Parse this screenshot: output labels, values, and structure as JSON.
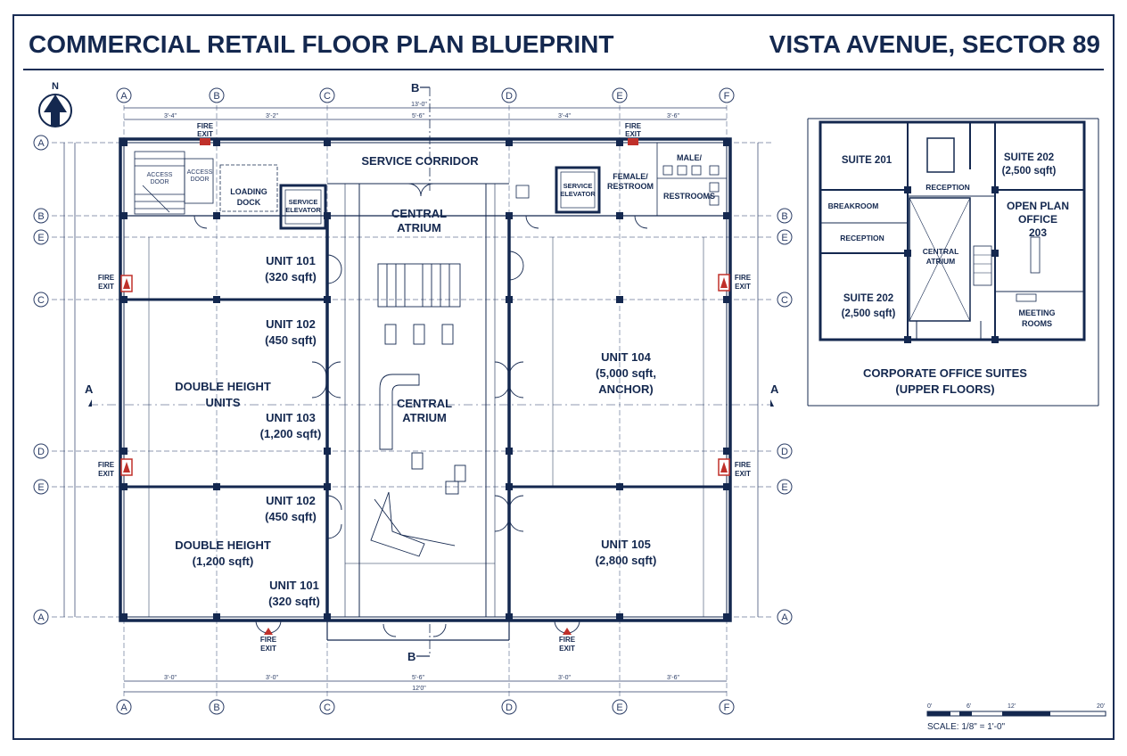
{
  "header": {
    "title_left": "COMMERCIAL RETAIL FLOOR PLAN BLUEPRINT",
    "title_right": "VISTA AVENUE, SECTOR 89"
  },
  "north": "N",
  "section_marks": {
    "b": "B",
    "a": "A"
  },
  "grid_columns": [
    "A",
    "B",
    "C",
    "D",
    "E",
    "F"
  ],
  "grid_rows": [
    "A",
    "B",
    "E",
    "C",
    "D",
    "E",
    "A"
  ],
  "dimensions": {
    "top_total": "13'-0\"",
    "top_segments": [
      "3'-4\"",
      "3'-2\"",
      "5'-6\"",
      "3'-4\"",
      "3'-6\""
    ],
    "bottom_total": "12'0\"",
    "bottom_segments": [
      "3'-0\"",
      "3'-0\"",
      "5'-6\"",
      "3'-0\"",
      "3'-6\""
    ]
  },
  "rooms": {
    "service_corridor": "SERVICE CORRIDOR",
    "access_door_1": "ACCESS",
    "access_door_1b": "DOOR",
    "access_door_2": "ACCESS",
    "access_door_2b": "DOOR",
    "loading_dock_1": "LOADING",
    "loading_dock_2": "DOCK",
    "service_elevator_l1": "SERVICE",
    "service_elevator_l2": "ELEVATOR",
    "service_elevator_r1": "SERVICE",
    "service_elevator_r2": "ELEVATOR",
    "female_restroom_1": "FEMALE/",
    "female_restroom_2": "RESTROOM",
    "male_restroom_1": "MALE/",
    "male_restroom_2": "RESTROOMS",
    "central_atrium_top_1": "CENTRAL",
    "central_atrium_top_2": "ATRIUM",
    "central_atrium_mid_1": "CENTRAL",
    "central_atrium_mid_2": "ATRIUM",
    "unit101_top_1": "UNIT 101",
    "unit101_top_2": "(320 sqft)",
    "unit102_top_1": "UNIT 102",
    "unit102_top_2": "(450 sqft)",
    "double_height_units_1": "DOUBLE HEIGHT",
    "double_height_units_2": "UNITS",
    "unit103_1": "UNIT 103",
    "unit103_2": "(1,200 sqft)",
    "unit102_bot_1": "UNIT 102",
    "unit102_bot_2": "(450 sqft)",
    "double_height_bot_1": "DOUBLE HEIGHT",
    "double_height_bot_2": "(1,200 sqft)",
    "unit101_bot_1": "UNIT 101",
    "unit101_bot_2": "(320 sqft)",
    "unit104_1": "UNIT 104",
    "unit104_2": "(5,000 sqft,",
    "unit104_3": "ANCHOR)",
    "unit105_1": "UNIT 105",
    "unit105_2": "(2,800 sqft)"
  },
  "fire_exits": {
    "line1": "FIRE",
    "line2": "EXIT"
  },
  "upper_floors": {
    "suite201": "SUITE 201",
    "suite202_top_1": "SUITE 202",
    "suite202_top_2": "(2,500 sqft)",
    "reception_top": "RECEPTION",
    "breakroom": "BREAKROOM",
    "reception_left": "RECEPTION",
    "central_atrium_1": "CENTRAL",
    "central_atrium_2": "ATRIUM",
    "open_plan_1": "OPEN PLAN",
    "open_plan_2": "OFFICE",
    "open_plan_3": "203",
    "suite202_bot_1": "SUITE 202",
    "suite202_bot_2": "(2,500 sqft)",
    "meeting_1": "MEETING",
    "meeting_2": "ROOMS",
    "caption_1": "CORPORATE OFFICE SUITES",
    "caption_2": "(UPPER FLOORS)"
  },
  "scale": {
    "ticks": [
      "0'",
      "6'",
      "12'",
      "20'"
    ],
    "label": "SCALE: 1/8\" = 1'-0\""
  },
  "colors": {
    "ink": "#14284f",
    "fire_red": "#c0302a"
  }
}
